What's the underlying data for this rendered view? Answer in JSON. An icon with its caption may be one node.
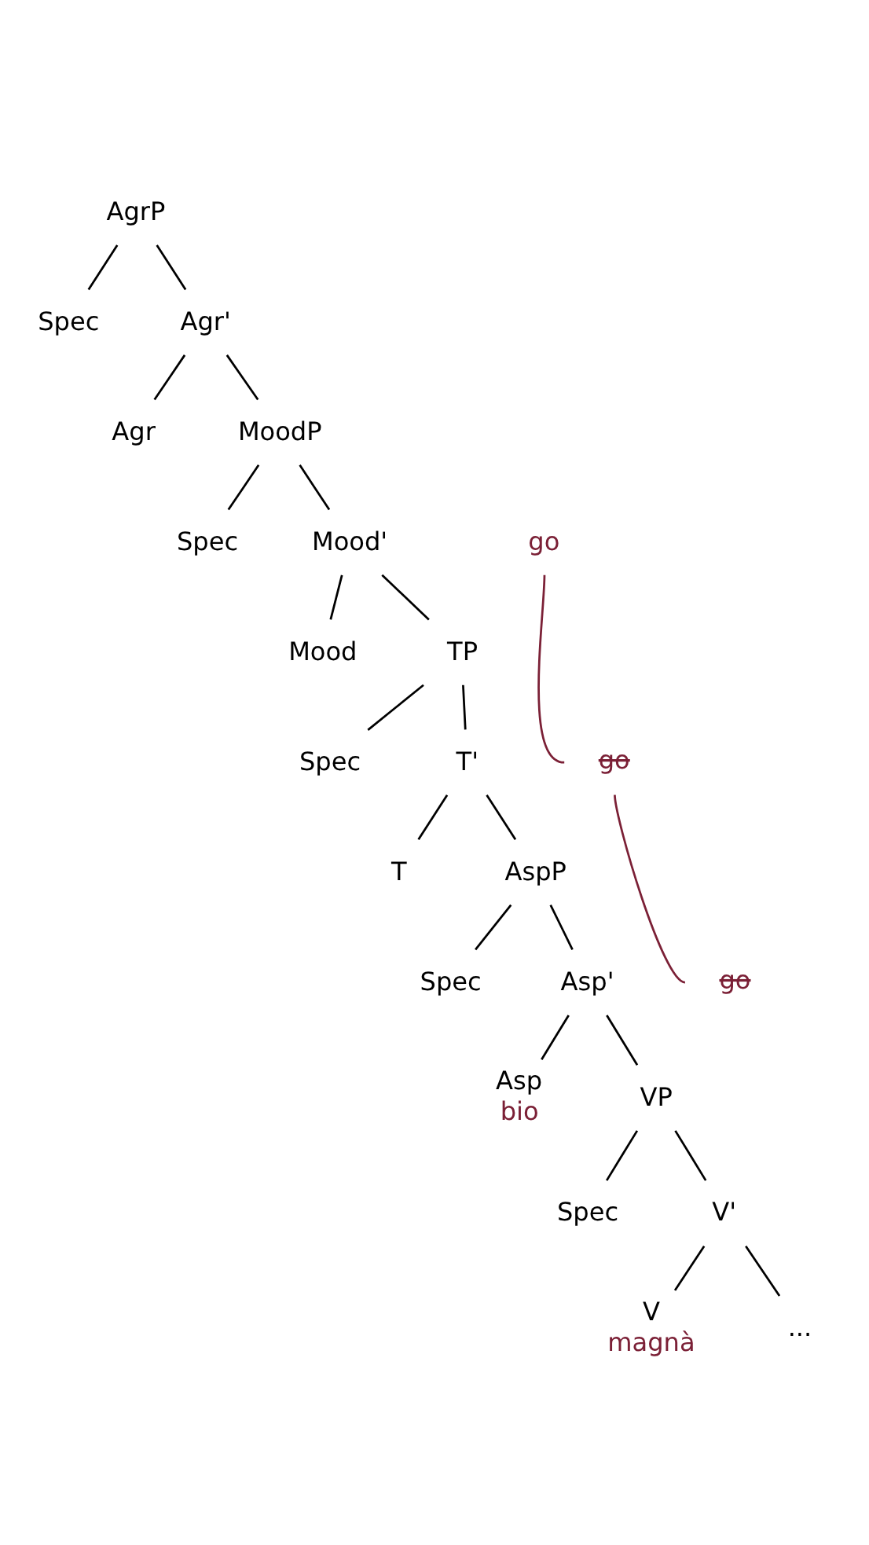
{
  "diagram": {
    "nodes": [
      {
        "text": [
          "AgrP"
        ]
      },
      {
        "text": [
          "Spec"
        ]
      },
      {
        "text": [
          "Agr'"
        ]
      },
      {
        "text": [
          "Agr"
        ]
      },
      {
        "text": [
          "MoodP"
        ]
      },
      {
        "text": [
          "go"
        ]
      },
      {
        "text": [
          "Spec"
        ]
      },
      {
        "text": [
          "Mood'"
        ]
      },
      {
        "text": [
          "Mood"
        ]
      },
      {
        "text": [
          "TP"
        ]
      },
      {
        "text": [
          "go"
        ]
      },
      {
        "text": [
          "Spec"
        ]
      },
      {
        "text": [
          "T'"
        ]
      },
      {
        "text": [
          "T"
        ]
      },
      {
        "text": [
          "AspP"
        ]
      },
      {
        "text": [
          "go"
        ]
      },
      {
        "text": [
          "Spec"
        ]
      },
      {
        "text": [
          "Asp'"
        ]
      },
      {
        "text": [
          "Asp"
        ],
        "beside": [
          "bio"
        ]
      },
      {
        "text": [
          "VP"
        ]
      },
      {
        "text": [
          "Spec"
        ]
      },
      {
        "text": [
          "V'"
        ]
      },
      {
        "text": [
          "V"
        ],
        "beside": [
          "magnà"
        ]
      },
      {
        "text": [
          "..."
        ]
      }
    ],
    "edges": [
      {
        "from": 0,
        "to": 1,
        "arrow": "none"
      },
      {
        "from": 0,
        "to": 2,
        "arrow": "none"
      },
      {
        "from": 2,
        "to": 3,
        "arrow": "none"
      },
      {
        "from": 2,
        "to": 4,
        "arrow": "none"
      },
      {
        "from": 4,
        "to": 6,
        "arrow": "none"
      },
      {
        "from": 4,
        "to": 7,
        "arrow": "none"
      },
      {
        "from": 7,
        "to": 8,
        "arrow": "none"
      },
      {
        "from": 7,
        "to": 9,
        "arrow": "none"
      },
      {
        "from": 9,
        "to": 11,
        "arrow": "none"
      },
      {
        "from": 9,
        "to": 12,
        "arrow": "none"
      },
      {
        "from": 12,
        "to": 13,
        "arrow": "none"
      },
      {
        "from": 12,
        "to": 14,
        "arrow": "none"
      },
      {
        "from": 14,
        "to": 16,
        "arrow": "none"
      },
      {
        "from": 14,
        "to": 17,
        "arrow": "none"
      },
      {
        "from": 17,
        "to": 18,
        "arrow": "none"
      },
      {
        "from": 17,
        "to": 19,
        "arrow": "none"
      },
      {
        "from": 19,
        "to": 20,
        "arrow": "none"
      },
      {
        "from": 19,
        "to": 21,
        "arrow": "none"
      },
      {
        "from": 21,
        "to": 22,
        "arrow": "none"
      },
      {
        "from": 21,
        "to": 23,
        "arrow": "none"
      },
      {
        "from": 10,
        "to": 5,
        "arrow": "none",
        "color": "#7b2036"
      },
      {
        "from": 15,
        "to": 10,
        "arrow": "none",
        "color": "#7b2036"
      }
    ]
  }
}
